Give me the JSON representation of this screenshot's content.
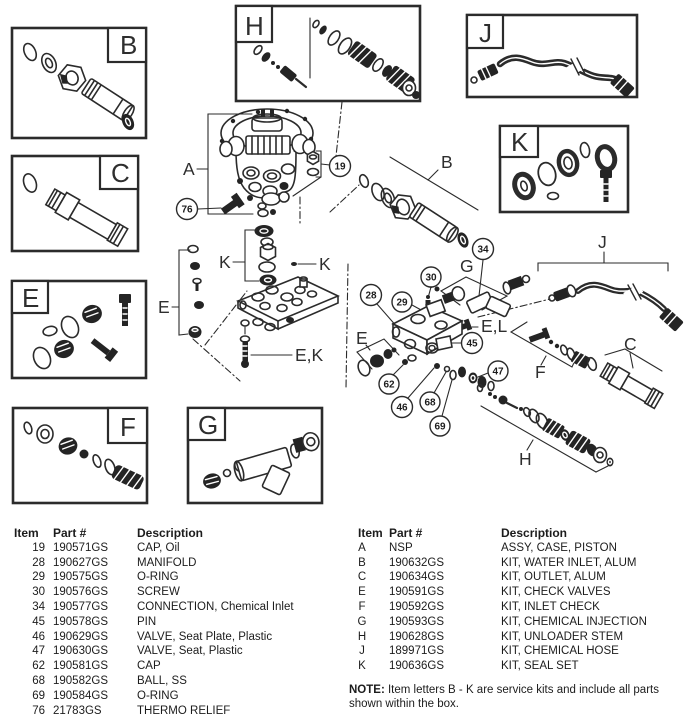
{
  "diagram": {
    "box_labels": {
      "b": "B",
      "c": "C",
      "e": "E",
      "f": "F",
      "g": "G",
      "h": "H",
      "j": "J",
      "k": "K"
    },
    "ref_labels": {
      "a": "A",
      "k_left": "K",
      "k_right": "K",
      "e_stack": "E",
      "ek": "E,K",
      "e_manifold": "E",
      "el": "E,L",
      "b_inline": "B",
      "g_inline": "G",
      "j_inline": "J",
      "c_inline": "C",
      "f_inline": "F",
      "h_inline": "H"
    },
    "callouts": {
      "c19": "19",
      "c76": "76",
      "c28": "28",
      "c29": "29",
      "c30": "30",
      "c34": "34",
      "c45": "45",
      "c46": "46",
      "c47": "47",
      "c62": "62",
      "c68": "68",
      "c69": "69"
    }
  },
  "parts_left": {
    "headers": [
      "Item",
      "Part #",
      "Description"
    ],
    "rows": [
      [
        "19",
        "190571GS",
        "CAP, Oil"
      ],
      [
        "28",
        "190627GS",
        "MANIFOLD"
      ],
      [
        "29",
        "190575GS",
        "O-RING"
      ],
      [
        "30",
        "190576GS",
        "SCREW"
      ],
      [
        "34",
        "190577GS",
        "CONNECTION, Chemical Inlet"
      ],
      [
        "45",
        "190578GS",
        "PIN"
      ],
      [
        "46",
        "190629GS",
        "VALVE, Seat Plate, Plastic"
      ],
      [
        "47",
        "190630GS",
        "VALVE, Seat, Plastic"
      ],
      [
        "62",
        "190581GS",
        "CAP"
      ],
      [
        "68",
        "190582GS",
        "BALL, SS"
      ],
      [
        "69",
        "190584GS",
        "O-RING"
      ],
      [
        "76",
        "21783GS",
        "THERMO RELIEF"
      ]
    ]
  },
  "parts_right": {
    "headers": [
      "Item",
      "Part #",
      "Description"
    ],
    "rows": [
      [
        "A",
        "NSP",
        "ASSY, CASE, PISTON"
      ],
      [
        "B",
        "190632GS",
        "KIT, WATER INLET, ALUM"
      ],
      [
        "C",
        "190634GS",
        "KIT, OUTLET, ALUM"
      ],
      [
        "E",
        "190591GS",
        "KIT, CHECK VALVES"
      ],
      [
        "F",
        "190592GS",
        "KIT, INLET CHECK"
      ],
      [
        "G",
        "190593GS",
        "KIT, CHEMICAL INJECTION"
      ],
      [
        "H",
        "190628GS",
        "KIT, UNLOADER STEM"
      ],
      [
        "J",
        "189971GS",
        "KIT, CHEMICAL HOSE"
      ],
      [
        "K",
        "190636GS",
        "KIT, SEAL SET"
      ]
    ]
  },
  "note": {
    "label": "NOTE:",
    "text": "Item letters B - K are service kits and include all parts shown within the box."
  }
}
